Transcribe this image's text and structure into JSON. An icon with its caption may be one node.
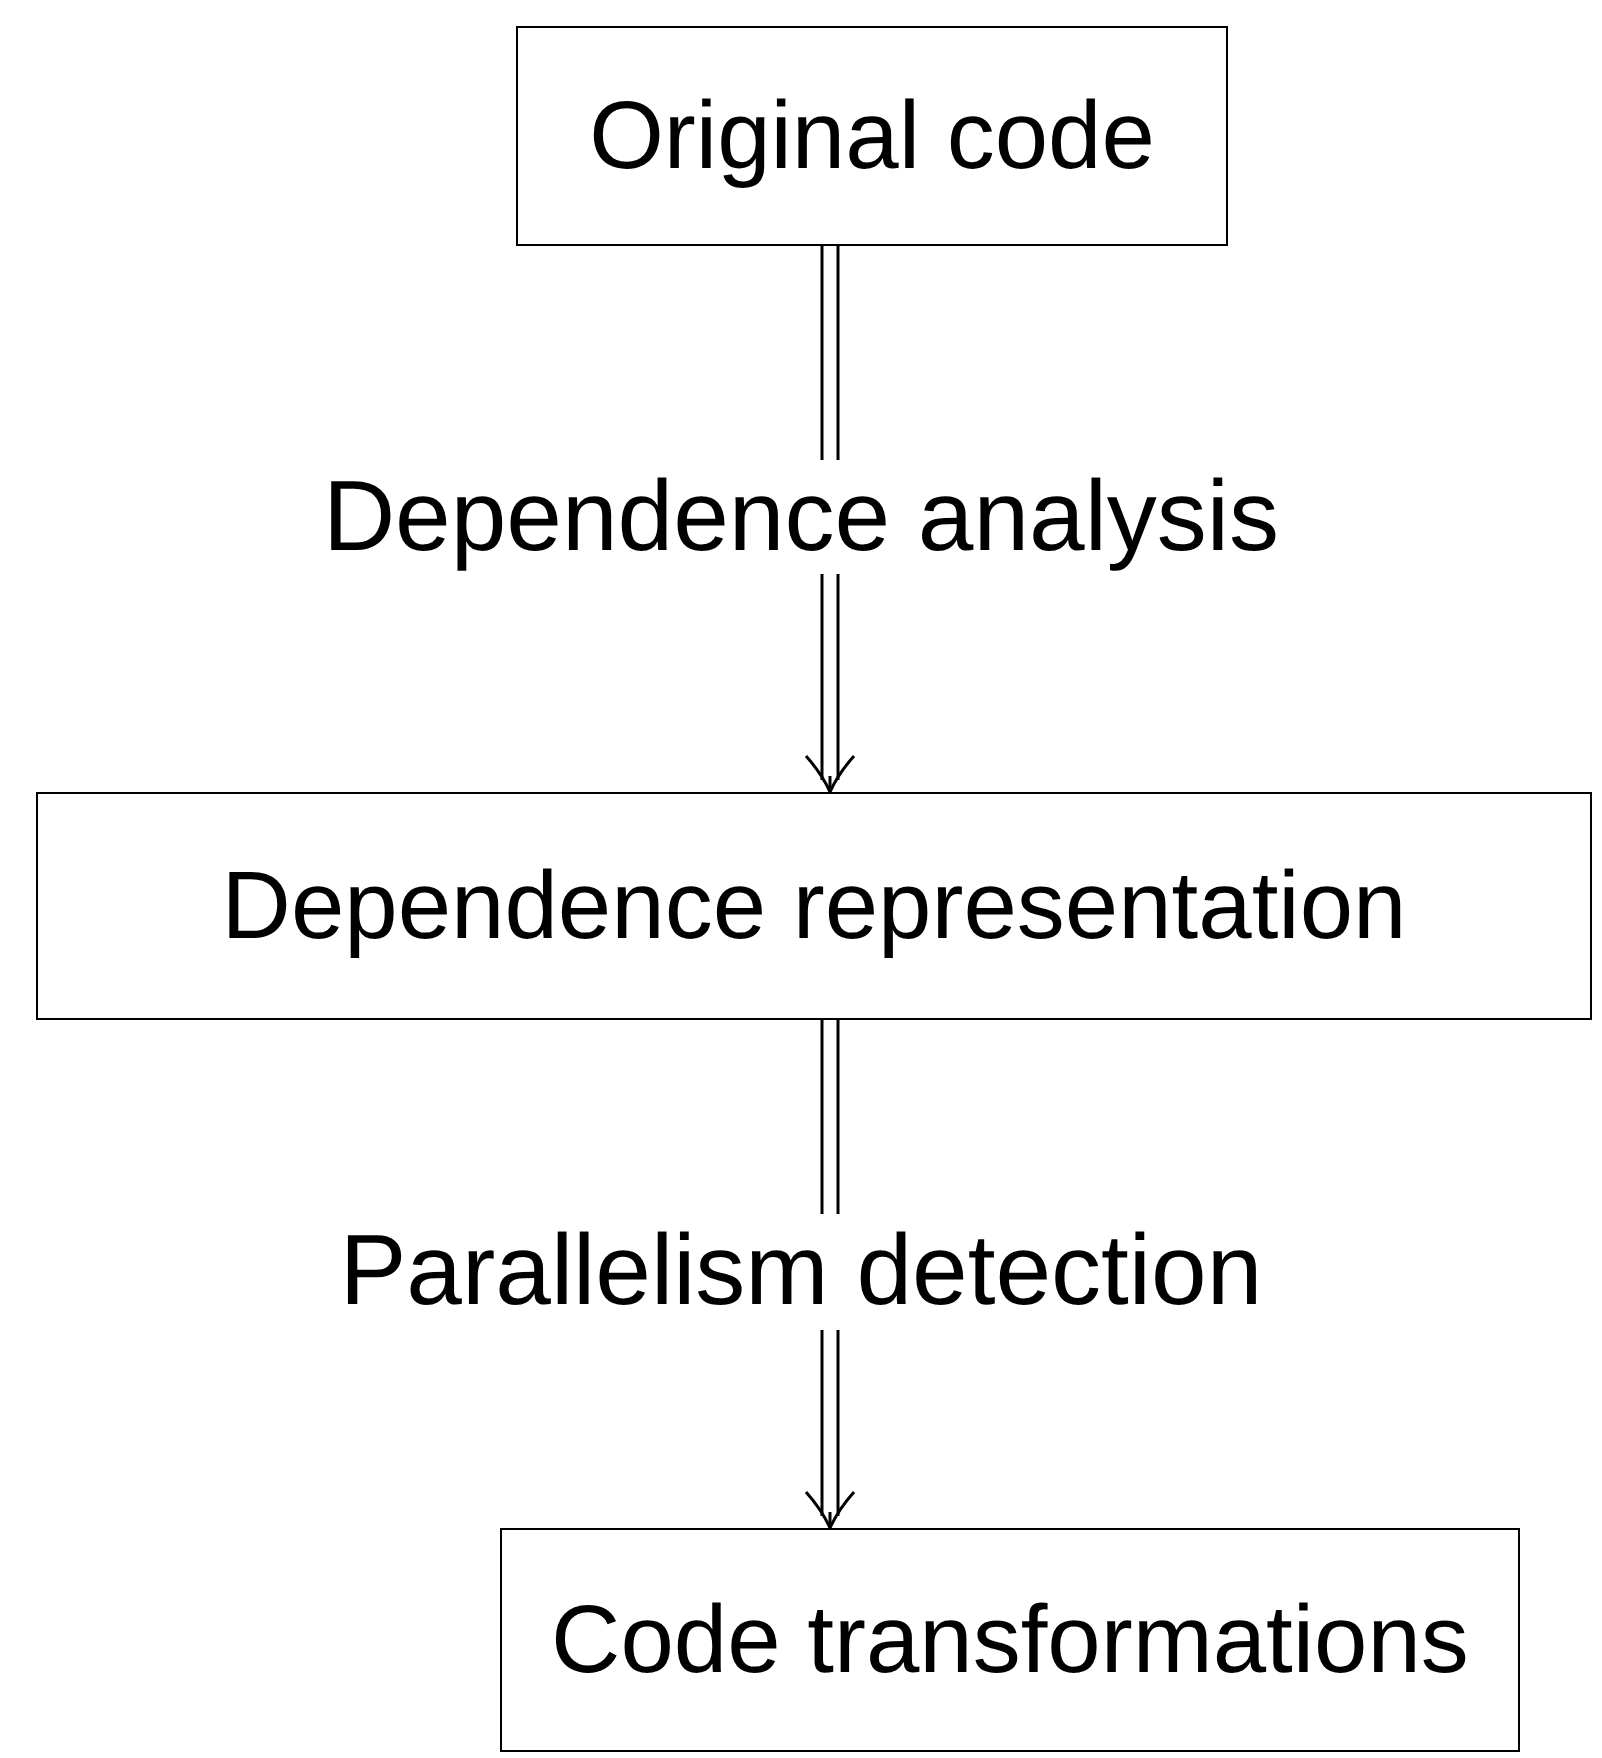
{
  "diagram": {
    "nodes": [
      {
        "text": [
          "Original code"
        ]
      },
      {
        "text": [
          "Dependence representation"
        ]
      },
      {
        "text": [
          "Code transformations"
        ]
      }
    ],
    "edges": [
      {
        "from": 0,
        "to": 1,
        "arrow": "to",
        "label": "Dependence analysis"
      },
      {
        "from": 1,
        "to": 2,
        "arrow": "to",
        "label": "Parallelism detection"
      }
    ]
  }
}
